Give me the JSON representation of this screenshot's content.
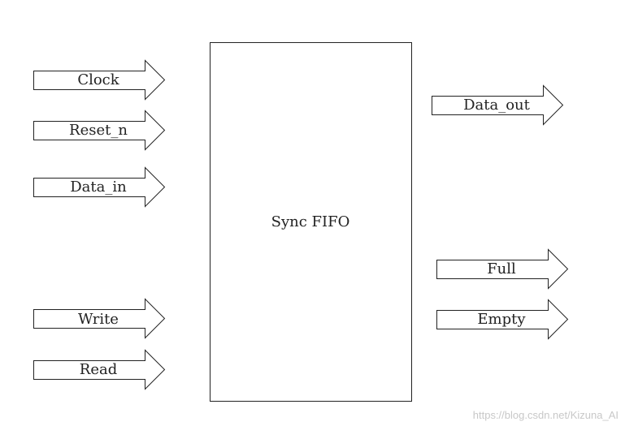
{
  "block": {
    "label": "Sync FIFO"
  },
  "inputs": [
    {
      "label": "Clock"
    },
    {
      "label": "Reset_n"
    },
    {
      "label": "Data_in"
    },
    {
      "label": "Write"
    },
    {
      "label": "Read"
    }
  ],
  "outputs": [
    {
      "label": "Data_out"
    },
    {
      "label": "Full"
    },
    {
      "label": "Empty"
    }
  ],
  "watermark": "https://blog.csdn.net/Kizuna_AI"
}
